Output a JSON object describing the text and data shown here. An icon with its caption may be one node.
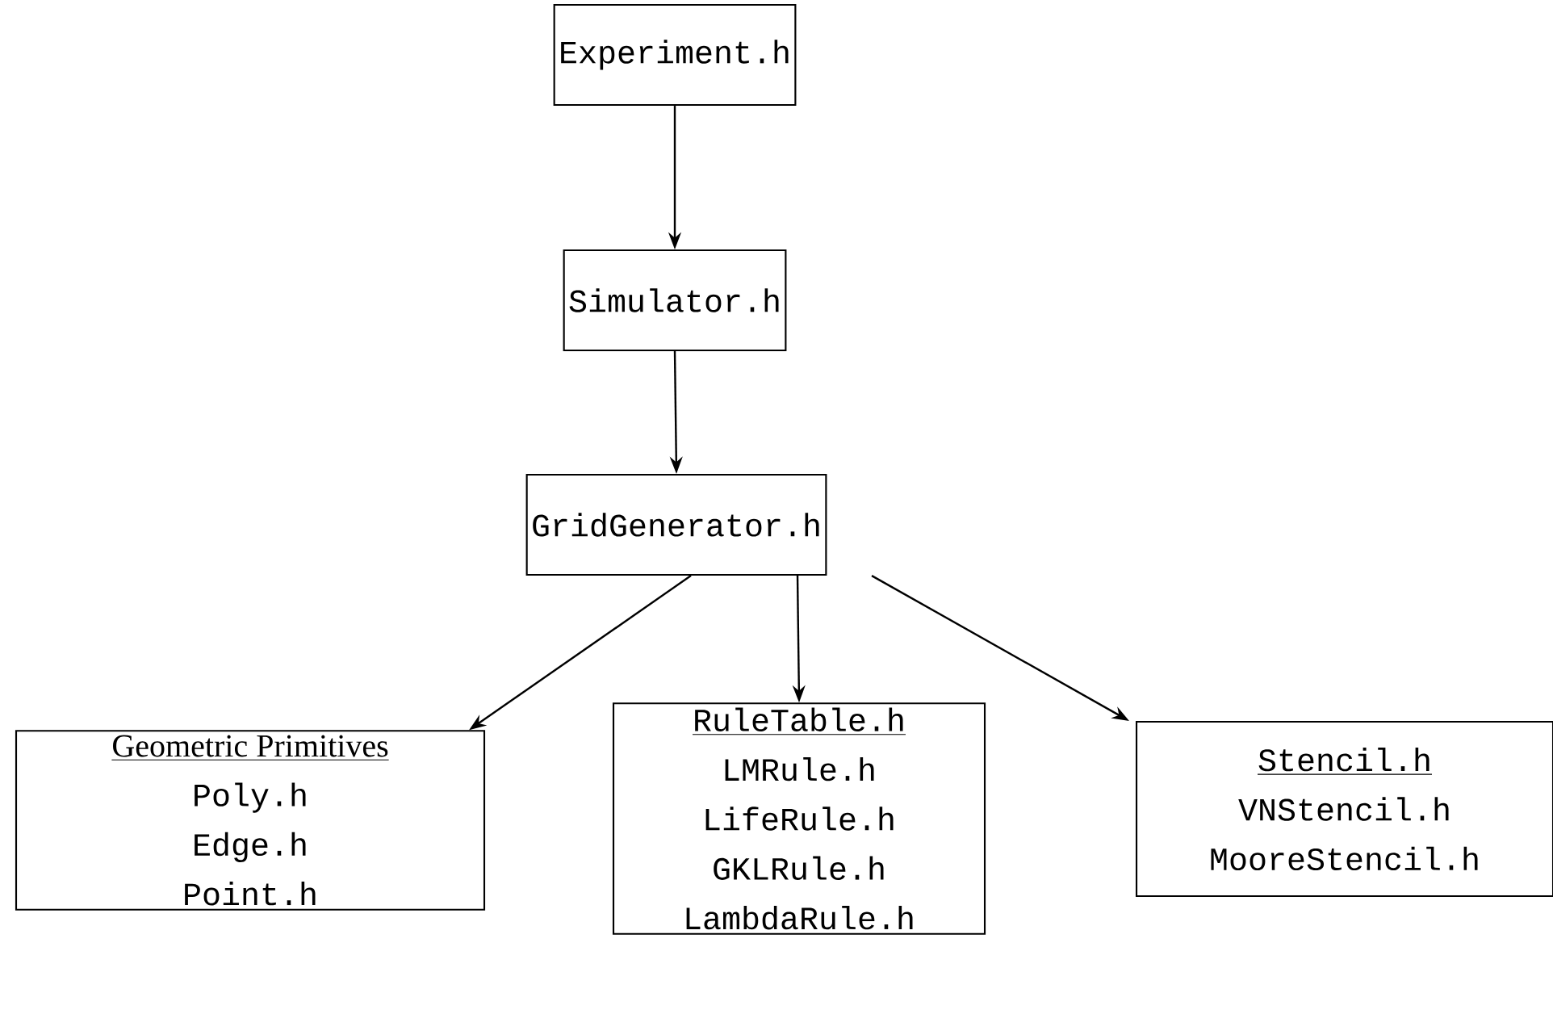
{
  "diagram": {
    "nodes": [
      {
        "text": [
          "Experiment.h"
        ]
      },
      {
        "text": [
          "Simulator.h"
        ]
      },
      {
        "text": [
          "GridGenerator.h"
        ]
      },
      {
        "text": [
          "Geometric Primitives",
          "Poly.h",
          "Edge.h",
          "Point.h"
        ]
      },
      {
        "text": [
          "RuleTable.h",
          "LMRule.h",
          "LifeRule.h",
          "GKLRule.h",
          "LambdaRule.h"
        ]
      },
      {
        "text": [
          "Stencil.h",
          "VNStencil.h",
          "MooreStencil.h"
        ]
      }
    ],
    "edges": [
      {
        "from": 0,
        "to": 1,
        "arrow": "to"
      },
      {
        "from": 1,
        "to": 2,
        "arrow": "to"
      },
      {
        "from": 2,
        "to": 3,
        "arrow": "to"
      },
      {
        "from": 2,
        "to": 4,
        "arrow": "to"
      },
      {
        "from": 2,
        "to": 5,
        "arrow": "to"
      }
    ]
  }
}
